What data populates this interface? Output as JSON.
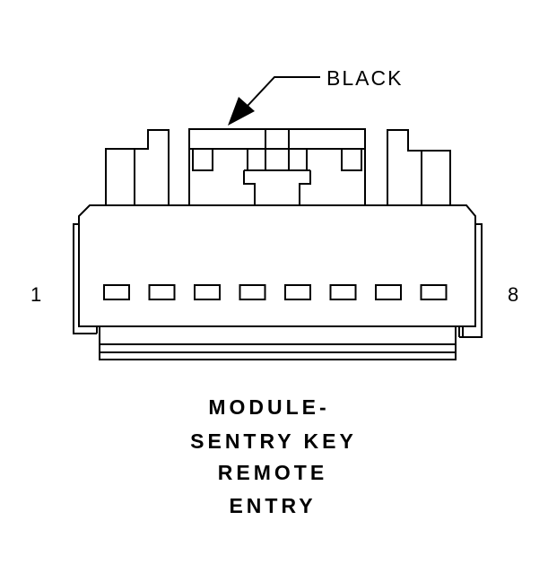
{
  "callout": {
    "label": "BLACK"
  },
  "pins": {
    "first": "1",
    "last": "8",
    "count": 8
  },
  "title_lines": [
    "MODULE-",
    "SENTRY KEY",
    "REMOTE",
    "ENTRY"
  ]
}
